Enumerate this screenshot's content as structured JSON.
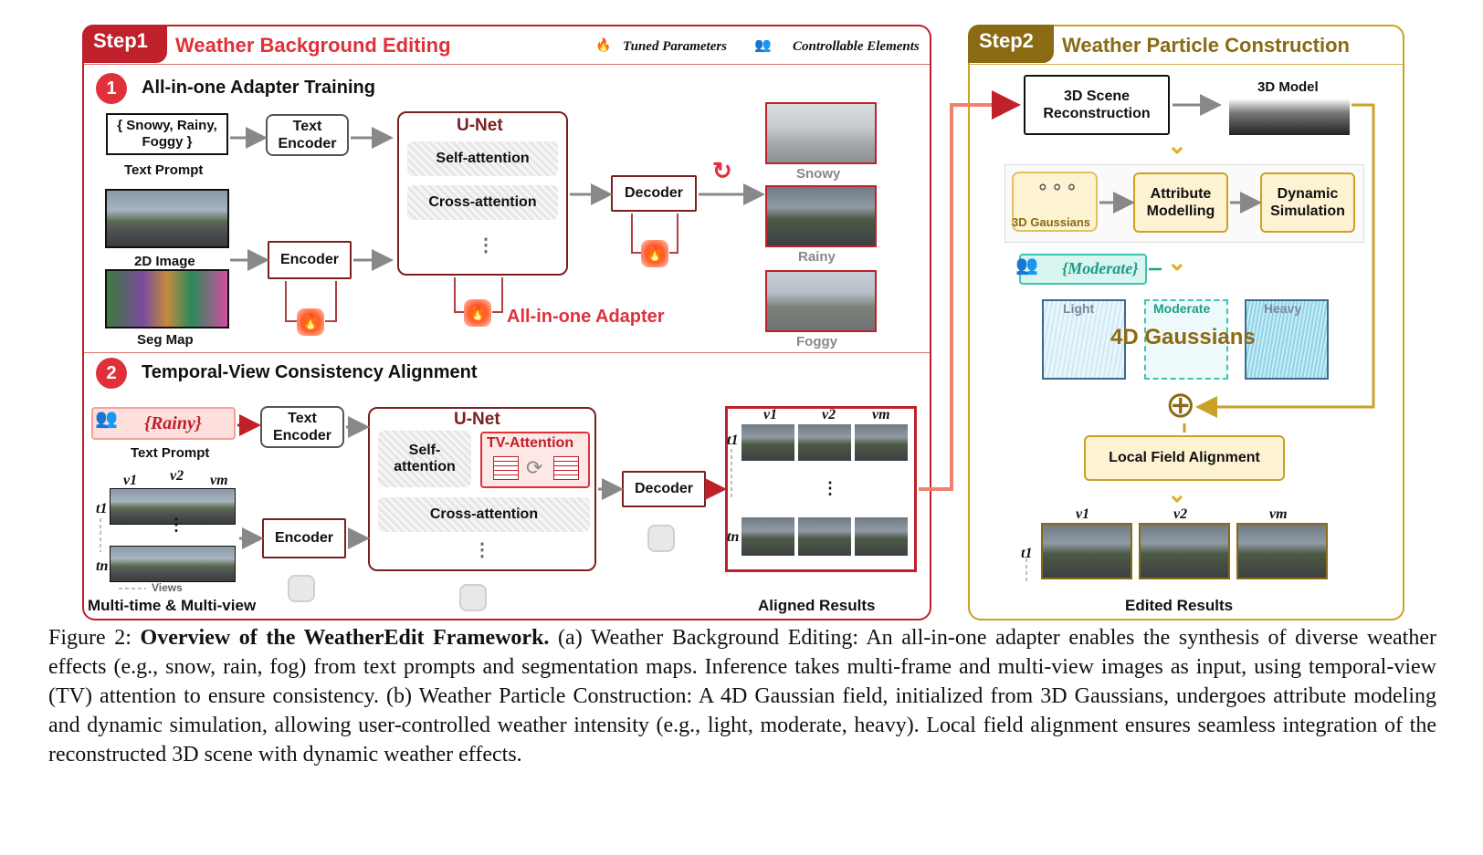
{
  "step1": {
    "tag": "Step1",
    "title": "Weather Background Editing",
    "legend_tuned": "Tuned Parameters",
    "legend_control": "Controllable Elements",
    "stage1": {
      "number": "1",
      "title": "All-in-one Adapter Training",
      "prompt_text": "{ Snowy, Rainy, Foggy }",
      "prompt_label": "Text Prompt",
      "text_encoder": "Text Encoder",
      "image_label": "2D Image",
      "seg_label": "Seg Map",
      "encoder": "Encoder",
      "unet_title": "U-Net",
      "self_attention": "Self-attention",
      "cross_attention": "Cross-attention",
      "dots": "⋮",
      "decoder": "Decoder",
      "adapter_label": "All-in-one Adapter",
      "outputs": [
        "Snowy",
        "Rainy",
        "Foggy"
      ]
    },
    "stage2": {
      "number": "2",
      "title": "Temporal-View Consistency Alignment",
      "prompt_text": "{Rainy}",
      "prompt_label": "Text Prompt",
      "text_encoder": "Text Encoder",
      "encoder": "Encoder",
      "unet_title": "U-Net",
      "self_attention": "Self-attention",
      "tv_attention": "TV-Attention",
      "cross_attention": "Cross-attention",
      "dots": "⋮",
      "decoder": "Decoder",
      "views_label": "Views",
      "input_label": "Multi-time & Multi-view",
      "results_label": "Aligned Results",
      "v1": "v1",
      "v2": "v2",
      "vm": "vm",
      "t1": "t1",
      "tn": "tn"
    }
  },
  "step2": {
    "tag": "Step2",
    "title": "Weather Particle Construction",
    "recon": "3D Scene Reconstruction",
    "model_label": "3D Model",
    "gaussians_label": "3D Gaussians",
    "attribute": "Attribute Modelling",
    "dynamic": "Dynamic Simulation",
    "moderate_prompt": "{Moderate}",
    "intensities": [
      "Light",
      "Moderate",
      "Heavy"
    ],
    "gaussians4d": "4D Gaussians",
    "oplus": "⊕",
    "local_field": "Local Field Alignment",
    "results_label": "Edited Results",
    "v1": "v1",
    "v2": "v2",
    "vm": "vm",
    "t1": "t1"
  },
  "caption": {
    "prefix": "Figure 2: ",
    "bold": "Overview of the WeatherEdit Framework.",
    "text": " (a) Weather Background Editing: An all-in-one adapter enables the synthesis of diverse weather effects (e.g., snow, rain, fog) from text prompts and segmentation maps. Inference takes multi-frame and multi-view images as input, using temporal-view (TV) attention to ensure consistency. (b) Weather Particle Construction: A 4D Gaussian field, initialized from 3D Gaussians, undergoes attribute modeling and dynamic simulation, allowing user-controlled weather intensity (e.g., light, moderate, heavy). Local field alignment ensures seamless integration of the reconstructed 3D scene with dynamic weather effects."
  },
  "colors": {
    "red": "#c0202a",
    "gold": "#c9a227",
    "brown": "#8a6a12"
  }
}
